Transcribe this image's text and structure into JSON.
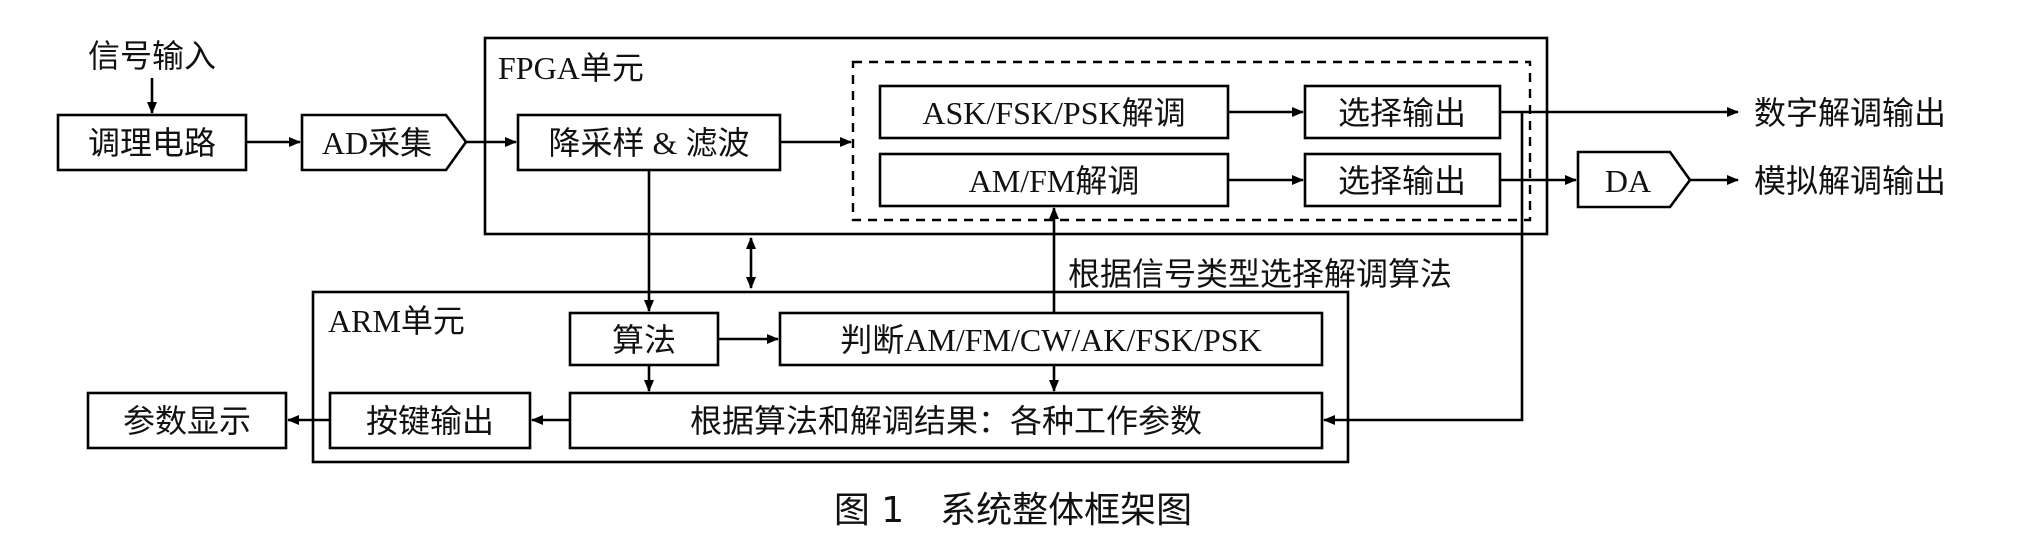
{
  "diagram": {
    "signal_input": "信号输入",
    "conditioning": "调理电路",
    "ad_sampling": "AD采集",
    "fpga_unit": "FPGA单元",
    "downsample_filter": "降采样 & 滤波",
    "digital_demod": "ASK/FSK/PSK解调",
    "analog_demod": "AM/FM解调",
    "select_output_1": "选择输出",
    "select_output_2": "选择输出",
    "digital_output": "数字解调输出",
    "da": "DA",
    "analog_output": "模拟解调输出",
    "select_by_type": "根据信号类型选择解调算法",
    "arm_unit": "ARM单元",
    "algorithm": "算法",
    "judge": "判断AM/FM/CW/AK/FSK/PSK",
    "params_from_results": "根据算法和解调结果：各种工作参数",
    "key_output": "按键输出",
    "param_display": "参数显示"
  },
  "caption": "图 1　系统整体框架图"
}
